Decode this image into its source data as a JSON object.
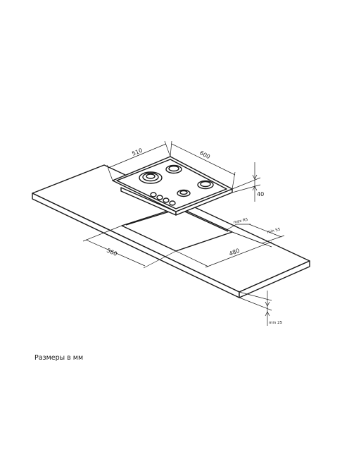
{
  "caption": "Размеры в мм",
  "dimensions": {
    "hob_depth": "510",
    "hob_width": "600",
    "hob_height": "40",
    "corner_radius_label": "max R5",
    "side_clearance_label": "min 55",
    "cutout_width": "480",
    "cutout_depth": "560",
    "worktop_thickness_label": "min 25"
  }
}
